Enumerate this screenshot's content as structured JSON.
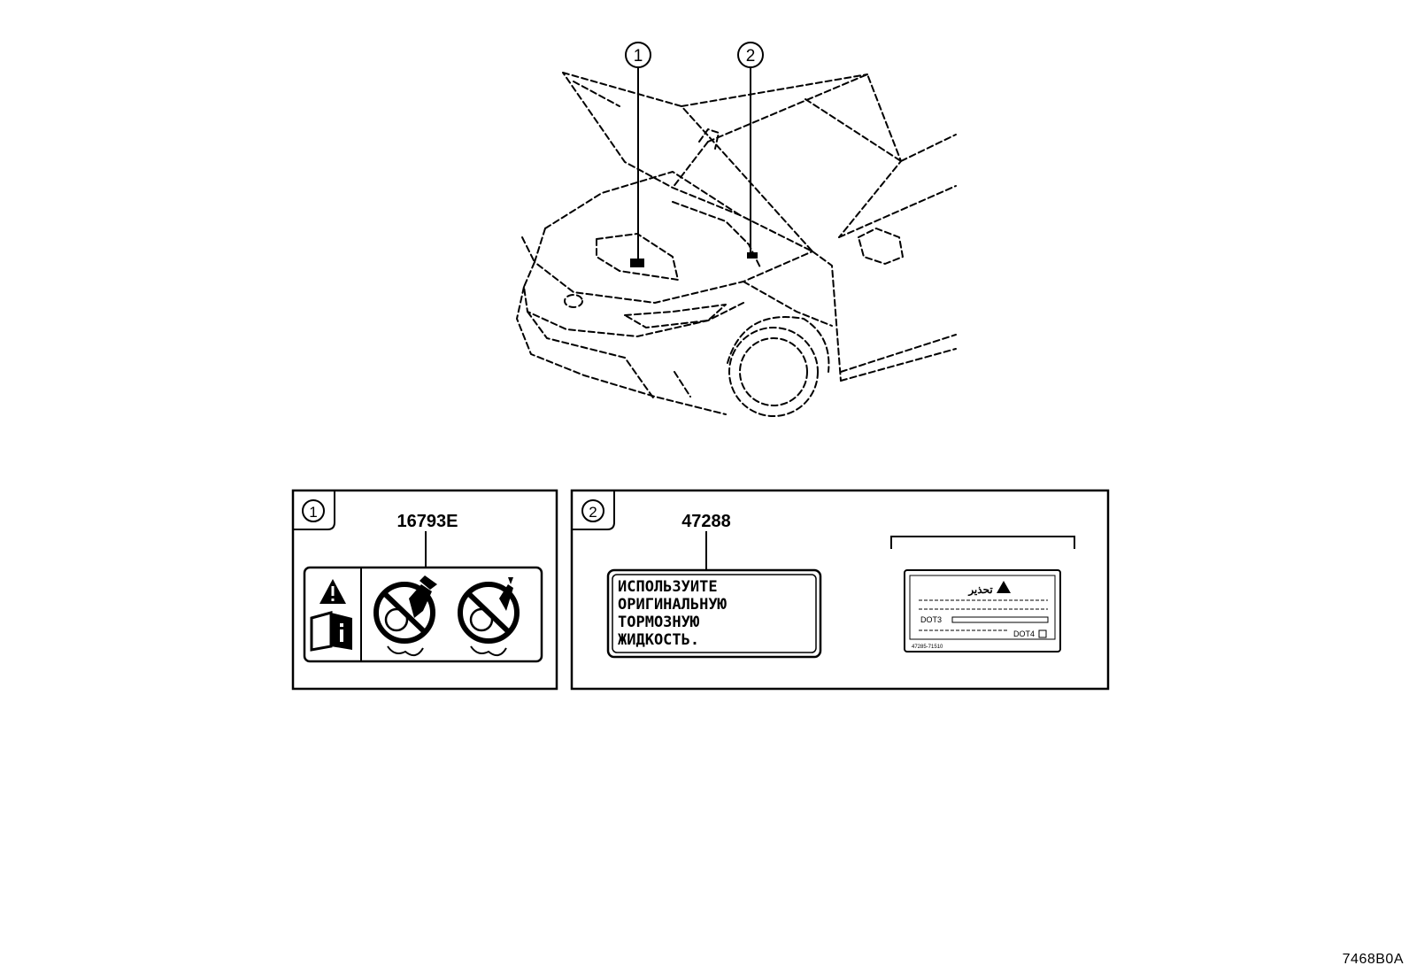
{
  "callouts": {
    "one": "1",
    "two": "2"
  },
  "panel_1": {
    "number": "1",
    "part_number": "16793E",
    "icons": [
      "warning-triangle-icon",
      "manual-info-icon",
      "no-hand-touch-fan-icon",
      "no-tool-fan-icon"
    ]
  },
  "panel_2": {
    "number": "2",
    "part_number": "47288",
    "label_lines": [
      "ИСПОЛЬЗУИТЕ",
      "ОРИГИНАЛЬНУЮ",
      "ТОРМОЗНУЮ",
      "ЖИДКОСТЬ."
    ],
    "sticker": {
      "heading": "تحذير",
      "left_code": "DOT3",
      "right_code": "DOT4",
      "part_code": "47285-71510"
    }
  },
  "sheet_id": "7468B0A"
}
